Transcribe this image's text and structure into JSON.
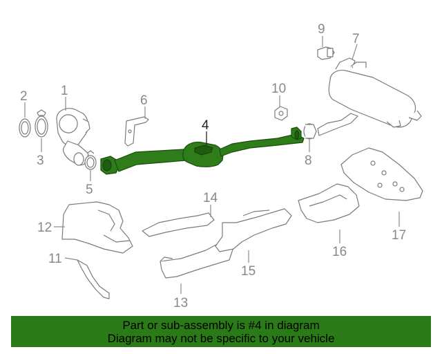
{
  "callouts": [
    {
      "id": "callout-1",
      "label": "1"
    },
    {
      "id": "callout-2",
      "label": "2"
    },
    {
      "id": "callout-3",
      "label": "3"
    },
    {
      "id": "callout-4",
      "label": "4"
    },
    {
      "id": "callout-5",
      "label": "5"
    },
    {
      "id": "callout-6",
      "label": "6"
    },
    {
      "id": "callout-7",
      "label": "7"
    },
    {
      "id": "callout-8",
      "label": "8"
    },
    {
      "id": "callout-9",
      "label": "9"
    },
    {
      "id": "callout-10",
      "label": "10"
    },
    {
      "id": "callout-11",
      "label": "11"
    },
    {
      "id": "callout-12",
      "label": "12"
    },
    {
      "id": "callout-13",
      "label": "13"
    },
    {
      "id": "callout-14",
      "label": "14"
    },
    {
      "id": "callout-15",
      "label": "15"
    },
    {
      "id": "callout-16",
      "label": "16"
    },
    {
      "id": "callout-17",
      "label": "17"
    }
  ],
  "highlight_color": "#2e7d1a",
  "banner": {
    "line1": "Part or sub-assembly is #4 in diagram",
    "line2": "Diagram may not be specific to your vehicle",
    "color": "#2a7a18"
  }
}
